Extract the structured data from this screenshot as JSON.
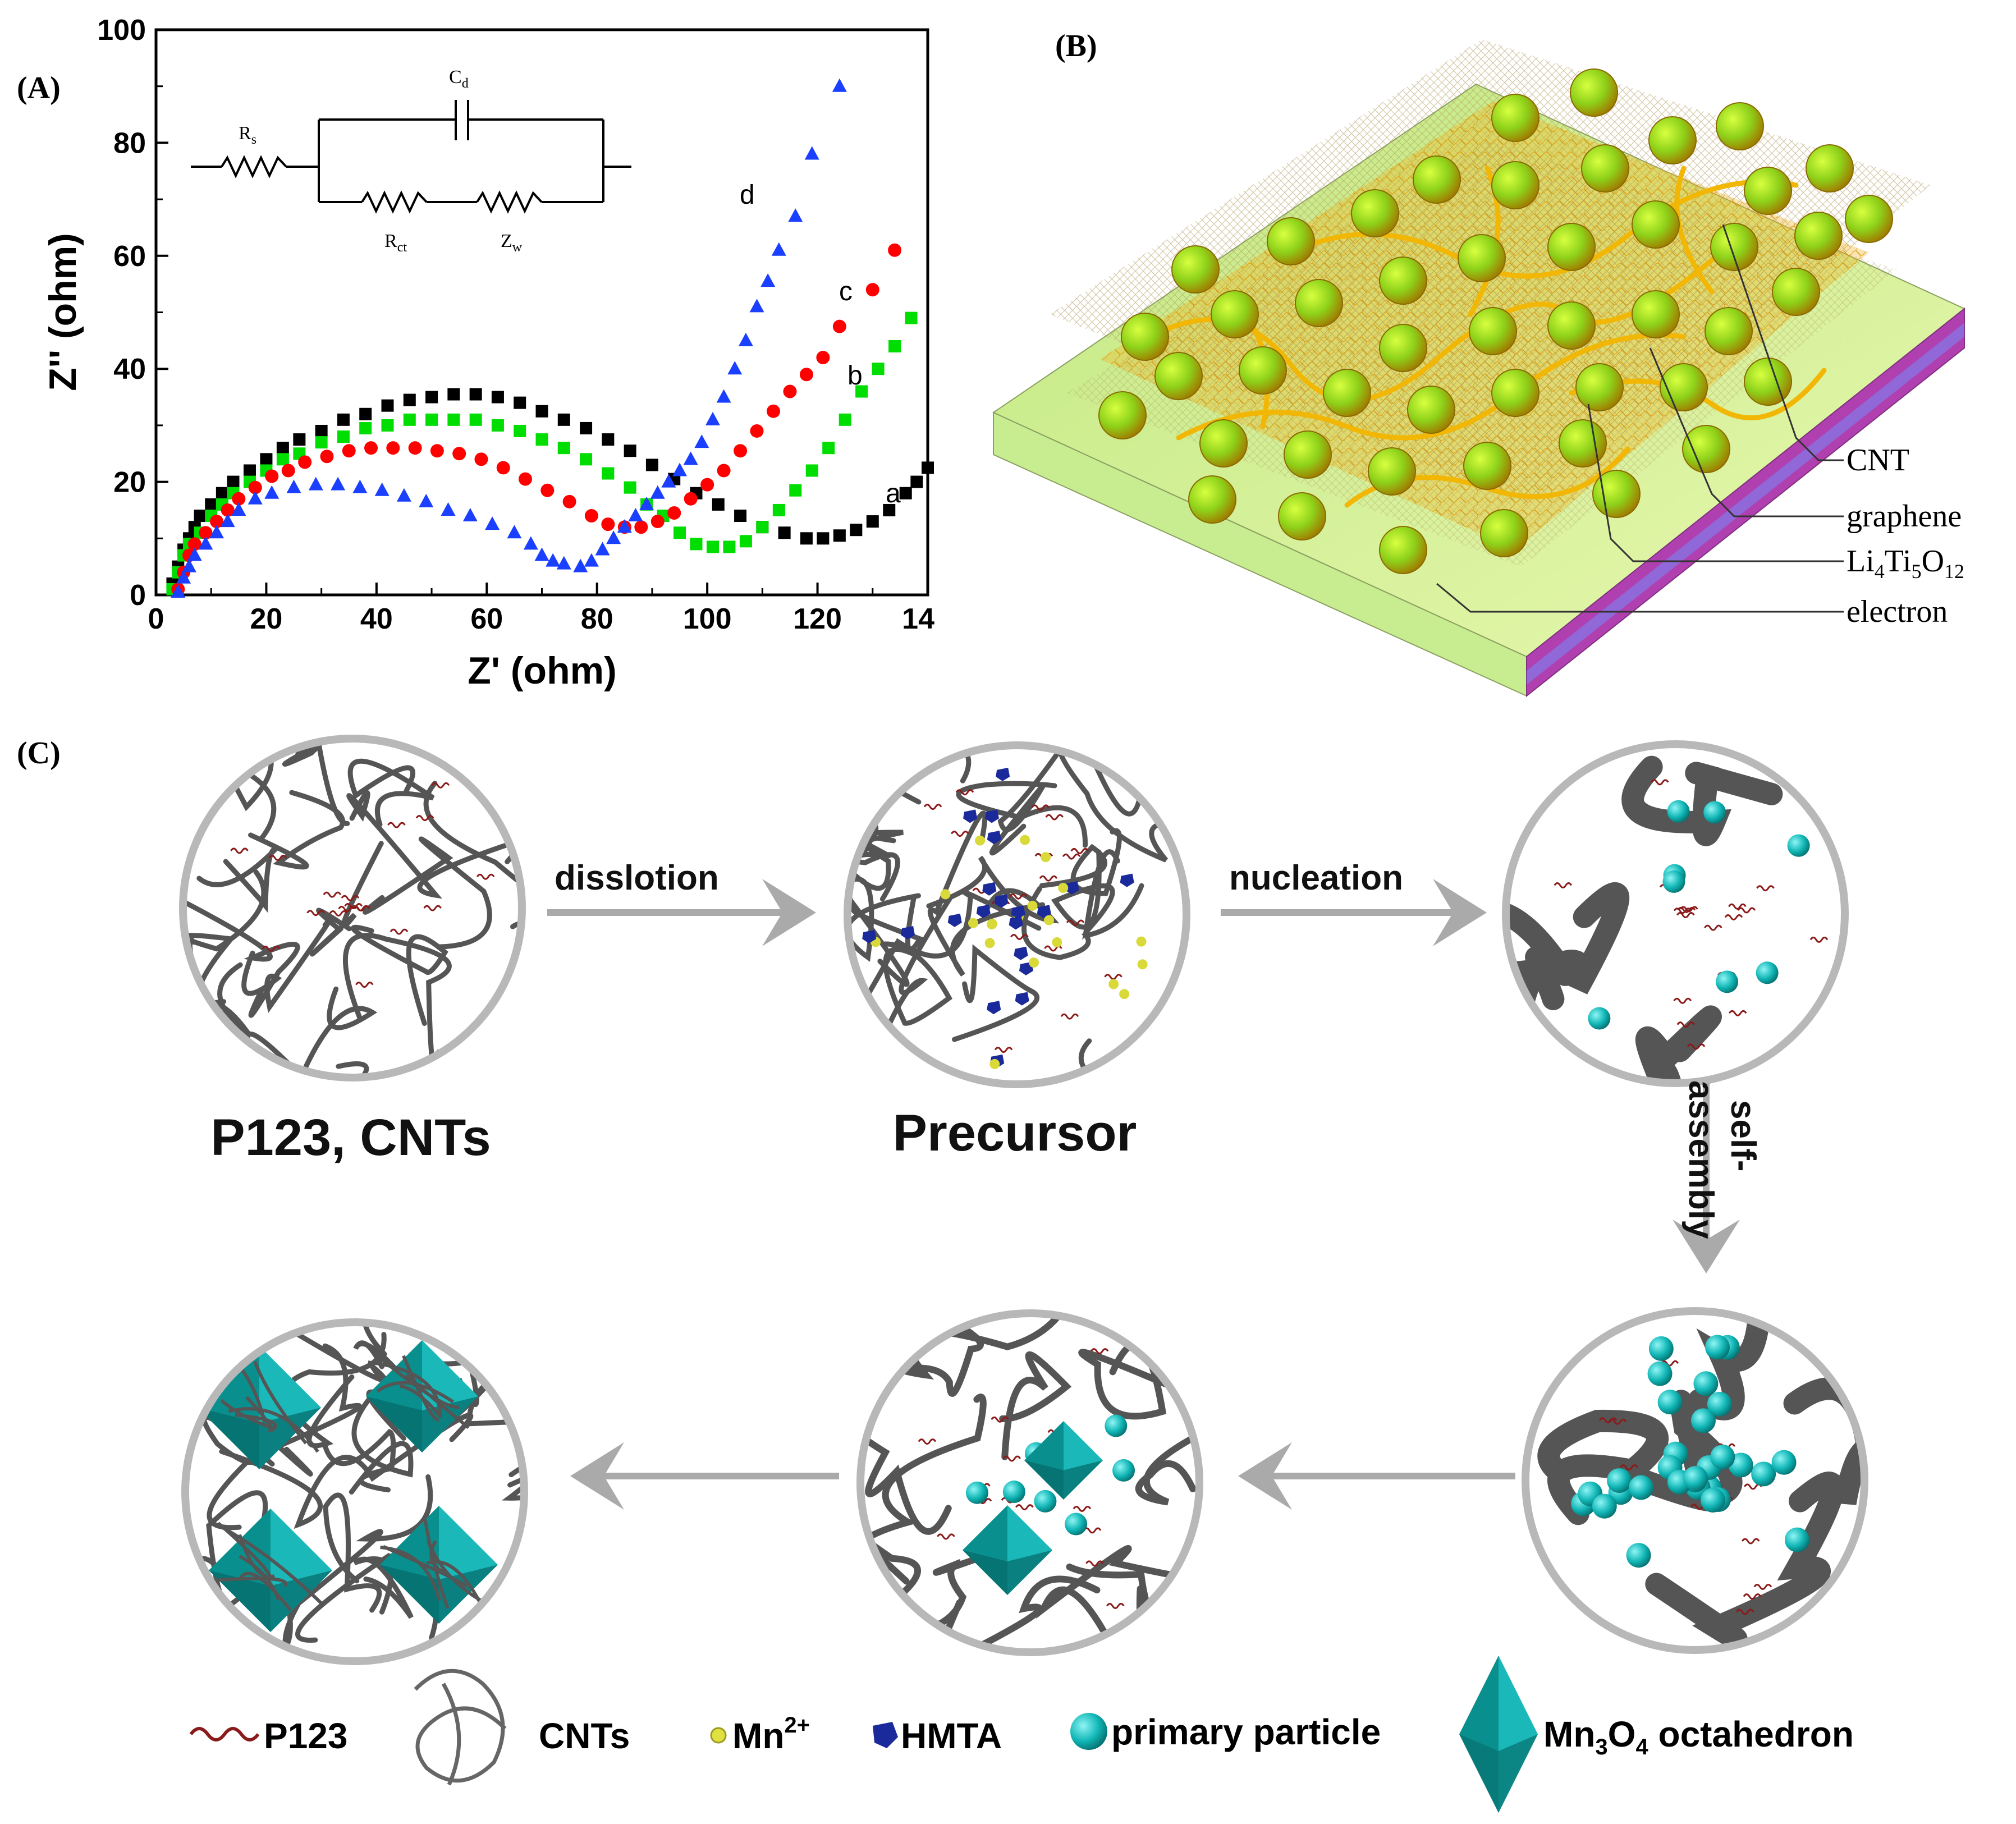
{
  "panels": {
    "A": {
      "label": "(A)"
    },
    "B": {
      "label": "(B)"
    },
    "C": {
      "label": "(C)"
    }
  },
  "chart_data": {
    "type": "scatter",
    "xlabel": "Z' (ohm)",
    "ylabel": "Z'' (ohm)",
    "xlim": [
      0,
      140
    ],
    "ylim": [
      0,
      100
    ],
    "xticks": [
      "0",
      "20",
      "40",
      "60",
      "80",
      "100",
      "120",
      "14"
    ],
    "yticks": [
      "0",
      "20",
      "40",
      "60",
      "80",
      "100"
    ],
    "circuit_labels": {
      "rs": "R",
      "rs_sub": "s",
      "cd": "C",
      "cd_sub": "d",
      "rct": "R",
      "rct_sub": "ct",
      "zw": "Z",
      "zw_sub": "w"
    },
    "series": [
      {
        "name": "a",
        "color": "#000000",
        "marker": "square",
        "points": [
          [
            3,
            2
          ],
          [
            4,
            5
          ],
          [
            5,
            8
          ],
          [
            6,
            10
          ],
          [
            7,
            12
          ],
          [
            8,
            14
          ],
          [
            10,
            16
          ],
          [
            12,
            18
          ],
          [
            14,
            20
          ],
          [
            17,
            22
          ],
          [
            20,
            24
          ],
          [
            23,
            26
          ],
          [
            26,
            27.5
          ],
          [
            30,
            29
          ],
          [
            34,
            31
          ],
          [
            38,
            32
          ],
          [
            42,
            33.5
          ],
          [
            46,
            34.5
          ],
          [
            50,
            35
          ],
          [
            54,
            35.5
          ],
          [
            58,
            35.5
          ],
          [
            62,
            35
          ],
          [
            66,
            34
          ],
          [
            70,
            32.5
          ],
          [
            74,
            31
          ],
          [
            78,
            29.5
          ],
          [
            82,
            27.5
          ],
          [
            86,
            25.5
          ],
          [
            90,
            23
          ],
          [
            94,
            20.5
          ],
          [
            98,
            18
          ],
          [
            102,
            16
          ],
          [
            106,
            14
          ],
          [
            110,
            12
          ],
          [
            114,
            11
          ],
          [
            118,
            10
          ],
          [
            121,
            10
          ],
          [
            124,
            10.5
          ],
          [
            127,
            11.5
          ],
          [
            130,
            13
          ],
          [
            133,
            15
          ],
          [
            136,
            18
          ],
          [
            138,
            20
          ],
          [
            140,
            22.5
          ]
        ]
      },
      {
        "name": "b",
        "color": "#00dd00",
        "marker": "square",
        "points": [
          [
            3,
            1
          ],
          [
            4,
            4
          ],
          [
            5,
            7
          ],
          [
            6,
            9
          ],
          [
            8,
            11
          ],
          [
            10,
            14
          ],
          [
            12,
            16
          ],
          [
            14,
            18
          ],
          [
            17,
            20
          ],
          [
            20,
            22
          ],
          [
            23,
            24
          ],
          [
            26,
            25
          ],
          [
            30,
            27
          ],
          [
            34,
            28
          ],
          [
            38,
            29.5
          ],
          [
            42,
            30
          ],
          [
            46,
            31
          ],
          [
            50,
            31
          ],
          [
            54,
            31
          ],
          [
            58,
            31
          ],
          [
            62,
            30
          ],
          [
            66,
            29
          ],
          [
            70,
            27.5
          ],
          [
            74,
            26
          ],
          [
            78,
            24
          ],
          [
            82,
            21.5
          ],
          [
            86,
            19
          ],
          [
            89,
            16
          ],
          [
            92,
            14
          ],
          [
            95,
            11
          ],
          [
            98,
            9
          ],
          [
            101,
            8.5
          ],
          [
            104,
            8.5
          ],
          [
            107,
            9.5
          ],
          [
            110,
            12
          ],
          [
            113,
            15
          ],
          [
            116,
            18.5
          ],
          [
            119,
            22
          ],
          [
            122,
            26
          ],
          [
            125,
            31
          ],
          [
            128,
            36
          ],
          [
            131,
            40
          ],
          [
            134,
            44
          ],
          [
            137,
            49
          ]
        ]
      },
      {
        "name": "c",
        "color": "#ff0000",
        "marker": "circle",
        "points": [
          [
            4,
            1
          ],
          [
            5,
            4
          ],
          [
            6,
            7
          ],
          [
            7,
            9
          ],
          [
            9,
            11
          ],
          [
            11,
            13
          ],
          [
            13,
            15
          ],
          [
            15,
            17
          ],
          [
            18,
            19
          ],
          [
            21,
            21
          ],
          [
            24,
            22
          ],
          [
            27,
            23.5
          ],
          [
            31,
            24.5
          ],
          [
            35,
            25.5
          ],
          [
            39,
            26
          ],
          [
            43,
            26
          ],
          [
            47,
            26
          ],
          [
            51,
            25.5
          ],
          [
            55,
            25
          ],
          [
            59,
            24
          ],
          [
            63,
            22.5
          ],
          [
            67,
            20.5
          ],
          [
            71,
            18.5
          ],
          [
            75,
            16.5
          ],
          [
            79,
            14
          ],
          [
            82,
            12.5
          ],
          [
            85,
            12
          ],
          [
            88,
            12
          ],
          [
            91,
            13
          ],
          [
            94,
            14.5
          ],
          [
            97,
            17
          ],
          [
            100,
            19.5
          ],
          [
            103,
            22
          ],
          [
            106,
            25.5
          ],
          [
            109,
            29
          ],
          [
            112,
            32.5
          ],
          [
            115,
            36
          ],
          [
            118,
            39
          ],
          [
            121,
            42
          ],
          [
            124,
            47.5
          ],
          [
            130,
            54
          ],
          [
            134,
            61
          ]
        ]
      },
      {
        "name": "d",
        "color": "#1a3fff",
        "marker": "triangle",
        "points": [
          [
            4,
            0.5
          ],
          [
            5,
            3
          ],
          [
            6,
            5
          ],
          [
            7,
            7
          ],
          [
            9,
            9
          ],
          [
            11,
            11
          ],
          [
            13,
            13
          ],
          [
            15,
            15
          ],
          [
            18,
            17
          ],
          [
            21,
            18
          ],
          [
            25,
            19
          ],
          [
            29,
            19.5
          ],
          [
            33,
            19.5
          ],
          [
            37,
            19
          ],
          [
            41,
            18.5
          ],
          [
            45,
            17.5
          ],
          [
            49,
            16.5
          ],
          [
            53,
            15
          ],
          [
            57,
            14
          ],
          [
            61,
            12.5
          ],
          [
            65,
            11
          ],
          [
            68,
            9
          ],
          [
            70,
            7
          ],
          [
            72,
            6
          ],
          [
            74,
            5.5
          ],
          [
            77,
            5
          ],
          [
            79,
            6
          ],
          [
            81,
            8
          ],
          [
            83,
            10
          ],
          [
            85,
            12
          ],
          [
            87,
            14
          ],
          [
            89,
            16
          ],
          [
            91,
            18
          ],
          [
            93,
            20
          ],
          [
            95,
            22
          ],
          [
            97,
            24
          ],
          [
            99,
            27
          ],
          [
            101,
            31
          ],
          [
            103,
            35
          ],
          [
            105,
            40
          ],
          [
            107,
            45
          ],
          [
            109,
            51
          ],
          [
            111,
            55.5
          ],
          [
            113,
            61
          ],
          [
            116,
            67
          ],
          [
            119,
            78
          ],
          [
            124,
            90
          ]
        ]
      }
    ]
  },
  "panel_b": {
    "labels": {
      "cnt": "CNT",
      "graphene": "graphene",
      "li": "Li",
      "li_sub": "4",
      "ti": "Ti",
      "ti_sub": "5",
      "o": "O",
      "o_sub": "12",
      "electron": "electron"
    }
  },
  "panel_c": {
    "captions": {
      "p123_cnts": "P123, CNTs",
      "precursor": "Precursor"
    },
    "steps": {
      "dissolution": "disslotion",
      "nucleation": "nucleation",
      "self": "self-",
      "assembly": "assembly"
    },
    "legend": {
      "p123": "P123",
      "cnts": "CNTs",
      "mn": "Mn",
      "mn_sup": "2+",
      "hmta": "HMTA",
      "primary": "primary particle",
      "mn3o4_a": "Mn",
      "mn3o4_sub1": "3",
      "mn3o4_b": "O",
      "mn3o4_sub2": "4",
      "mn3o4_c": " octahedron"
    },
    "colors": {
      "p123": "#8b1a1a",
      "cnt": "#555555",
      "mn": "#d9d93a",
      "hmta": "#1a2a9a",
      "particle": "#10b5b5",
      "circle": "#b8b8b8",
      "arrow": "#aaaaaa"
    }
  }
}
